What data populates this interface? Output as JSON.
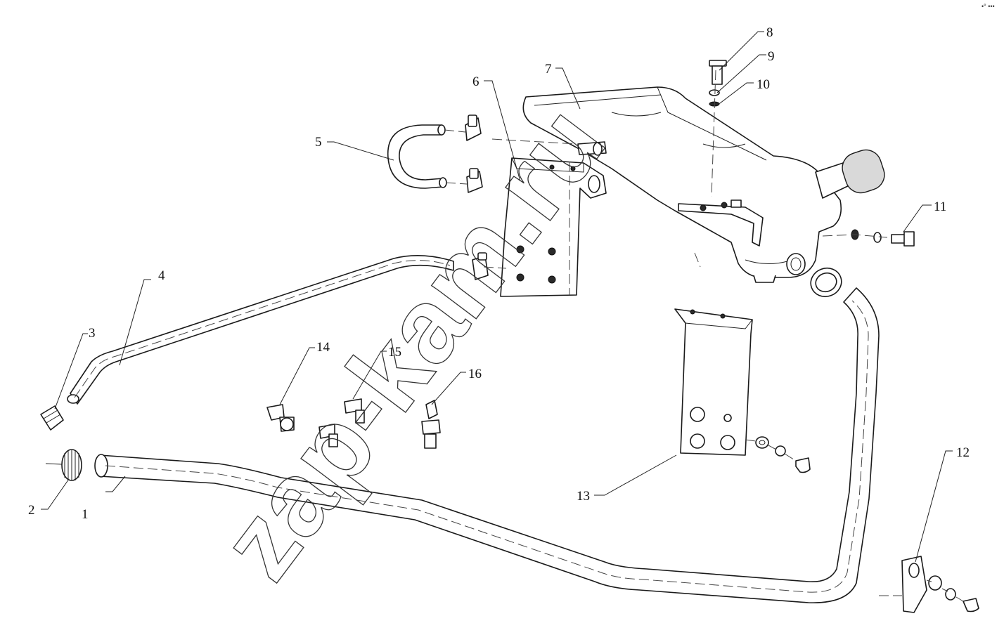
{
  "watermark": "zap-kam.ru",
  "corner_mark": "•° •••",
  "callouts": [
    {
      "id": "c1",
      "label": "1"
    },
    {
      "id": "c2",
      "label": "2"
    },
    {
      "id": "c3",
      "label": "3"
    },
    {
      "id": "c4",
      "label": "4"
    },
    {
      "id": "c5",
      "label": "5"
    },
    {
      "id": "c6",
      "label": "6"
    },
    {
      "id": "c7",
      "label": "7"
    },
    {
      "id": "c8",
      "label": "8"
    },
    {
      "id": "c9",
      "label": "9"
    },
    {
      "id": "c10",
      "label": "10"
    },
    {
      "id": "c11",
      "label": "11"
    },
    {
      "id": "c12",
      "label": "12"
    },
    {
      "id": "c13",
      "label": "13"
    },
    {
      "id": "c14",
      "label": "14"
    },
    {
      "id": "c15",
      "label": "15"
    },
    {
      "id": "c16",
      "label": "16"
    }
  ]
}
